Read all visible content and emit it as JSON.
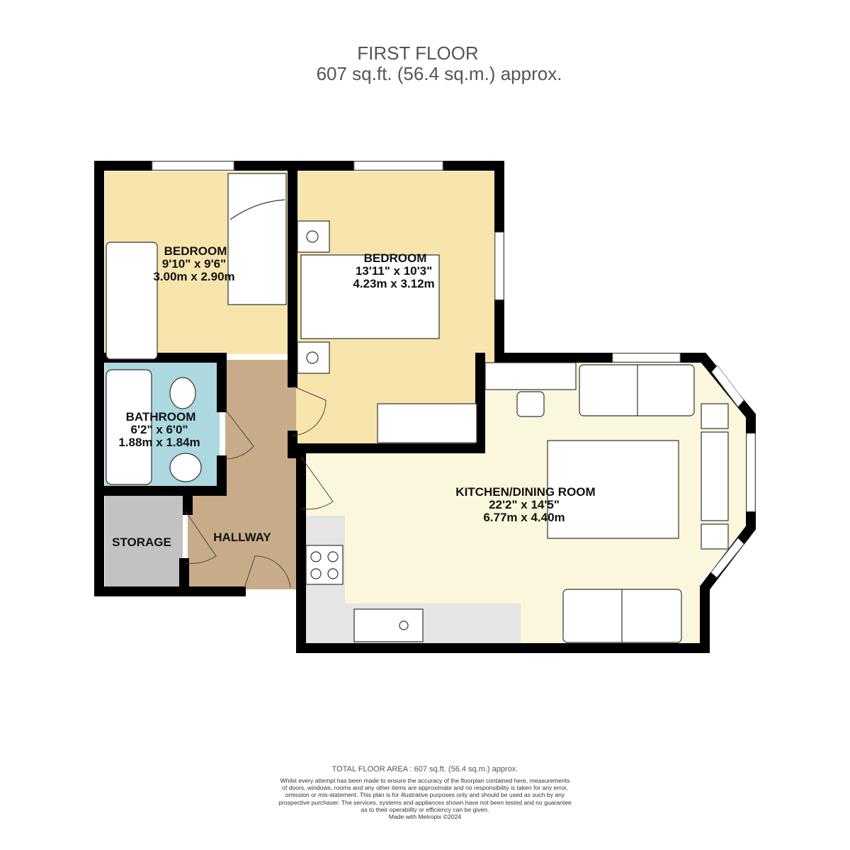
{
  "header": {
    "title": "FIRST FLOOR",
    "subtitle": "607 sq.ft. (56.4 sq.m.) approx."
  },
  "rooms": {
    "bedroom1": {
      "name": "BEDROOM",
      "imperial": "9'10\"  x 9'6\"",
      "metric": "3.00m  x 2.90m"
    },
    "bedroom2": {
      "name": "BEDROOM",
      "imperial": "13'11\"  x 10'3\"",
      "metric": "4.23m  x 3.12m"
    },
    "bathroom": {
      "name": "BATHROOM",
      "imperial": "6'2\"  x 6'0\"",
      "metric": "1.88m  x 1.84m"
    },
    "storage": {
      "name": "STORAGE"
    },
    "hallway": {
      "name": "HALLWAY"
    },
    "kitchen": {
      "name": "KITCHEN/DINING ROOM",
      "imperial": "22'2\"  x 14'5\"",
      "metric": "6.77m  x 4.40m"
    }
  },
  "colors": {
    "bedroom": "#f7e5ad",
    "bathroom": "#acd8e0",
    "storage": "#c2c2c2",
    "hallway": "#c8ab88",
    "kitchen": "#fbf7dc",
    "counter": "#e5e5e5",
    "wall": "#000000"
  },
  "footer": {
    "total": "TOTAL FLOOR AREA : 607 sq.ft. (56.4 sq.m.) approx.",
    "lines": [
      "Whilst every attempt has been made to ensure the accuracy of the floorplan contained here, measurements",
      "of doors, windows, rooms and any other items are approximate and no responsibility is taken for any error,",
      "omission or mis-statement. This plan is for illustrative purposes only and should be used as such by any",
      "prospective purchaser. The services, systems and appliances shown have not been tested and no guarantee",
      "as to their operability or efficiency can be given.",
      "Made with Metropix ©2024"
    ]
  }
}
